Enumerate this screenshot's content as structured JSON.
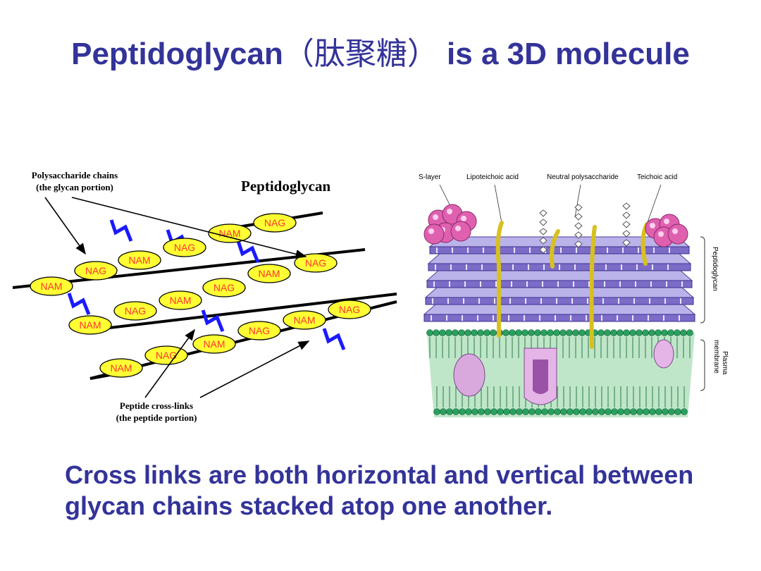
{
  "slide": {
    "title_prefix": "Peptidoglycan",
    "title_cn": "（肽聚糖）",
    "title_suffix": " is a 3D molecule",
    "body": "Cross links are both horizontal and vertical between glycan chains stacked atop one another."
  },
  "left_diagram": {
    "heading": "Peptidoglycan",
    "callout_top_line1": "Polysaccharide chains",
    "callout_top_line2": "(the glycan portion)",
    "callout_bottom_line1": "Peptide cross-links",
    "callout_bottom_line2": "(the peptide portion)",
    "nag": "NAG",
    "nam": "NAM",
    "colors": {
      "sugar_fill": "#ffff33",
      "sugar_text": "#ff3333",
      "crosslink": "#1a1aff",
      "chain": "#000000"
    }
  },
  "right_diagram": {
    "labels": [
      "S-layer",
      "Lipoteichoic acid",
      "Neutral polysaccharide",
      "Teichoic acid"
    ],
    "side_peptidoglycan": "Peptidoglycan",
    "side_membrane_line1": "Plasma",
    "side_membrane_line2": "membrane",
    "colors": {
      "s_layer": "#e060b0",
      "peptidoglycan": "#7c6cc8",
      "membrane": "#2aa060",
      "teichoic": "#d8c020"
    }
  }
}
